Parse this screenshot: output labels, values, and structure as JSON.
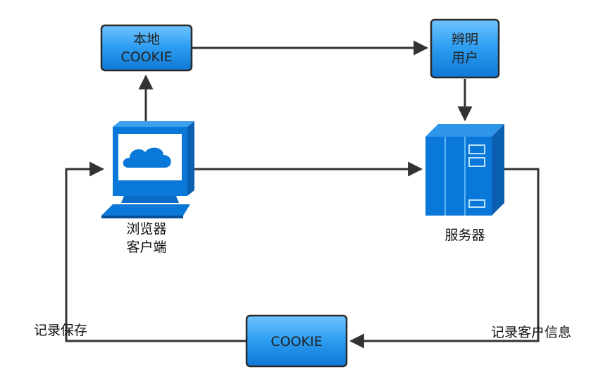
{
  "nodes": {
    "local_cookie": {
      "line1": "本地",
      "line2": "COOKIE"
    },
    "identify_user": {
      "line1": "辨明",
      "line2": "用户"
    },
    "cookie": {
      "label": "COOKIE"
    },
    "browser": {
      "line1": "浏览器",
      "line2": "客户端"
    },
    "server": {
      "label": "服务器"
    }
  },
  "edge_labels": {
    "record_save": "记录保存",
    "record_client_info": "记录客户信息"
  },
  "icons": {
    "browser": "computer-monitor-icon",
    "server": "server-rack-icon"
  },
  "colors": {
    "box_fill": "#1a8fe8",
    "box_border": "#2a2a2a",
    "arrow": "#333333",
    "icon_blue": "#0a78d8"
  }
}
